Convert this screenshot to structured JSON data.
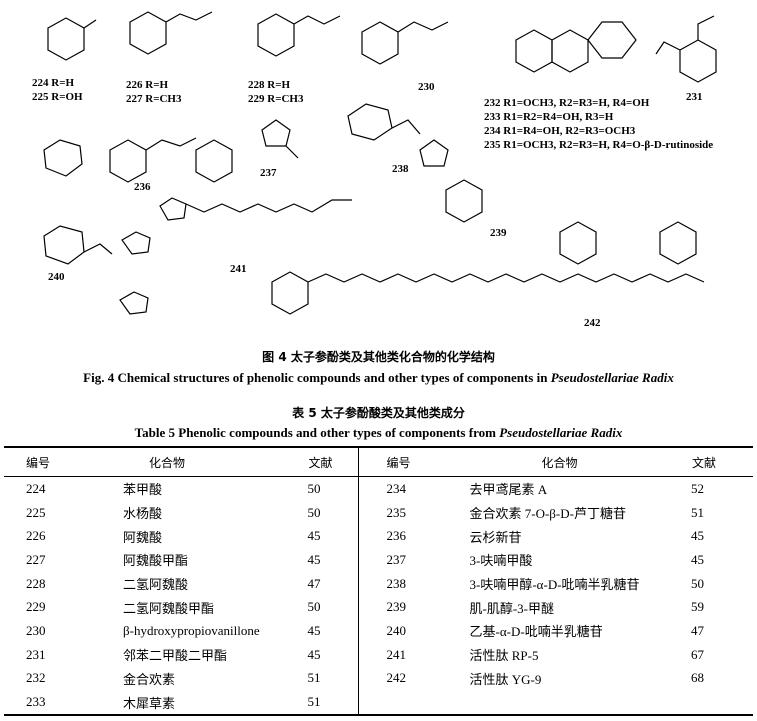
{
  "figure": {
    "caption_cn": "图 4   太子参酚类及其他类化合物的化学结构",
    "caption_en_prefix": "Fig. 4   Chemical structures of phenolic compounds and other types of components in ",
    "caption_en_italic": "Pseudostellariae Radix",
    "labels": {
      "c224": "224 R=H",
      "c225": "225 R=OH",
      "c226": "226 R=H",
      "c227": "227 R=CH3",
      "c228": "228 R=H",
      "c229": "229 R=CH3",
      "c230": "230",
      "c231": "231",
      "c236": "236",
      "c237": "237",
      "c238": "238",
      "c239": "239",
      "c240": "240",
      "c241": "241",
      "c242": "242",
      "c232": "232  R1=OCH3, R2=R3=H, R4=OH",
      "c233": "233  R1=R2=R4=OH, R3=H",
      "c234": "234  R1=R4=OH, R2=R3=OCH3",
      "c235": "235  R1=OCH3, R2=R3=H, R4=O-β-D-rutinoside"
    }
  },
  "table": {
    "caption_cn": "表 5   太子参酚酸类及其他类成分",
    "caption_en_prefix": "Table 5   Phenolic compounds and other types of components from ",
    "caption_en_italic": "Pseudostellariae Radix",
    "headers": {
      "id": "编号",
      "name": "化合物",
      "ref": "文献"
    },
    "left": [
      {
        "id": "224",
        "name": "苯甲酸",
        "ref": "50"
      },
      {
        "id": "225",
        "name": "水杨酸",
        "ref": "50"
      },
      {
        "id": "226",
        "name": "阿魏酸",
        "ref": "45"
      },
      {
        "id": "227",
        "name": "阿魏酸甲酯",
        "ref": "45"
      },
      {
        "id": "228",
        "name": "二氢阿魏酸",
        "ref": "47"
      },
      {
        "id": "229",
        "name": "二氢阿魏酸甲酯",
        "ref": "50"
      },
      {
        "id": "230",
        "name": "β-hydroxypropiovanillone",
        "ref": "45"
      },
      {
        "id": "231",
        "name": "邻苯二甲酸二甲酯",
        "ref": "45"
      },
      {
        "id": "232",
        "name": "金合欢素",
        "ref": "51"
      },
      {
        "id": "233",
        "name": "木犀草素",
        "ref": "51"
      }
    ],
    "right": [
      {
        "id": "234",
        "name": "去甲鸢尾素 A",
        "ref": "52"
      },
      {
        "id": "235",
        "name": "金合欢素 7-O-β-D-芦丁糖苷",
        "ref": "51"
      },
      {
        "id": "236",
        "name": "云杉新苷",
        "ref": "45"
      },
      {
        "id": "237",
        "name": "3-呋喃甲酸",
        "ref": "45"
      },
      {
        "id": "238",
        "name": "3-呋喃甲醇-α-D-吡喃半乳糖苷",
        "ref": "50"
      },
      {
        "id": "239",
        "name": "肌-肌醇-3-甲醚",
        "ref": "59"
      },
      {
        "id": "240",
        "name": "乙基-α-D-吡喃半乳糖苷",
        "ref": "47"
      },
      {
        "id": "241",
        "name": "活性肽 RP-5",
        "ref": "67"
      },
      {
        "id": "242",
        "name": "活性肽 YG-9",
        "ref": "68"
      }
    ]
  }
}
